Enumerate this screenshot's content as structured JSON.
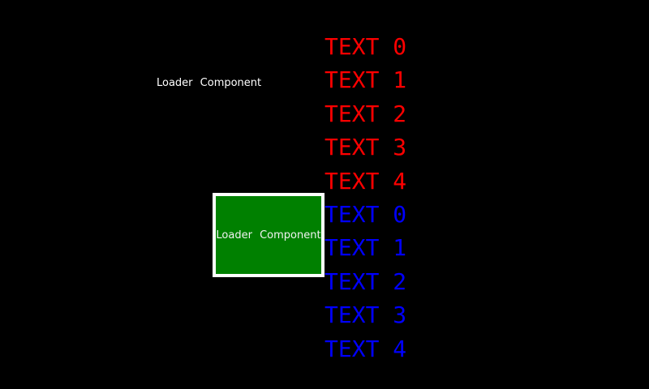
{
  "screen": {
    "background": "#000000"
  },
  "standalone_label": {
    "text": "Loader Component",
    "color": "#ffffff"
  },
  "loader_box": {
    "label": "Loader Component",
    "label_color": "#f2f2f2",
    "background": "#008000",
    "border_color": "#ffffff"
  },
  "text_list": {
    "red": "#ff0000",
    "blue": "#0000ff",
    "items": [
      {
        "label": "TEXT 0",
        "color": "#ff0000"
      },
      {
        "label": "TEXT 1",
        "color": "#ff0000"
      },
      {
        "label": "TEXT 2",
        "color": "#ff0000"
      },
      {
        "label": "TEXT 3",
        "color": "#ff0000"
      },
      {
        "label": "TEXT 4",
        "color": "#ff0000"
      },
      {
        "label": "TEXT 0",
        "color": "#0000ff"
      },
      {
        "label": "TEXT 1",
        "color": "#0000ff"
      },
      {
        "label": "TEXT 2",
        "color": "#0000ff"
      },
      {
        "label": "TEXT 3",
        "color": "#0000ff"
      },
      {
        "label": "TEXT 4",
        "color": "#0000ff"
      }
    ]
  }
}
